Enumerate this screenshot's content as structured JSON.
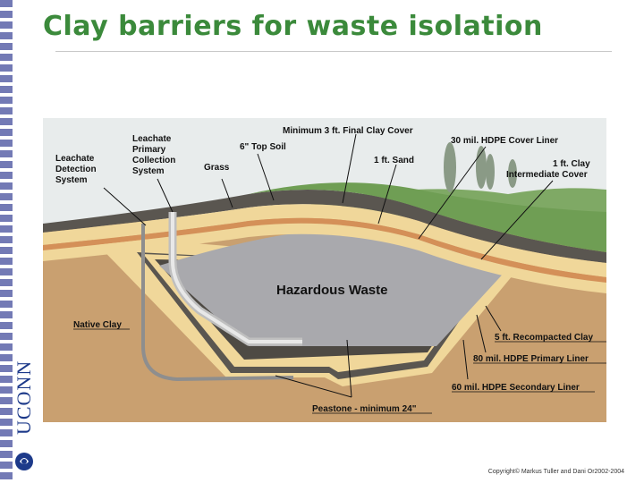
{
  "slide": {
    "title": "Clay barriers for waste isolation",
    "copyright": "Copyright© Markus Tuller and Dani Or2002-2004",
    "logo_text": "UCONN"
  },
  "diagram": {
    "labels": {
      "leachate_detection": [
        "Leachate",
        "Detection",
        "System"
      ],
      "leachate_primary": [
        "Leachate",
        "Primary",
        "Collection",
        "System"
      ],
      "grass": "Grass",
      "top_soil": "6\" Top Soil",
      "final_clay_cover": "Minimum 3 ft. Final Clay Cover",
      "sand": "1 ft. Sand",
      "hdpe_cover": "30 mil. HDPE Cover Liner",
      "intermediate_cover": [
        "1 ft. Clay",
        "Intermediate Cover"
      ],
      "hazardous_waste": "Hazardous Waste",
      "native_clay": "Native Clay",
      "recompacted_clay": "5 ft. Recompacted Clay",
      "hdpe_primary": "80 mil. HDPE Primary Liner",
      "hdpe_secondary": "60 mil. HDPE Secondary Liner",
      "peastone": "Peastone - minimum 24\""
    },
    "colors": {
      "sky": "#e8ecec",
      "native_clay": "#c9a070",
      "liner_yellow": "#f0d79a",
      "grass": "#6f9e54",
      "waste": "#a9a9ad",
      "title_green": "#3b8a3b"
    }
  }
}
